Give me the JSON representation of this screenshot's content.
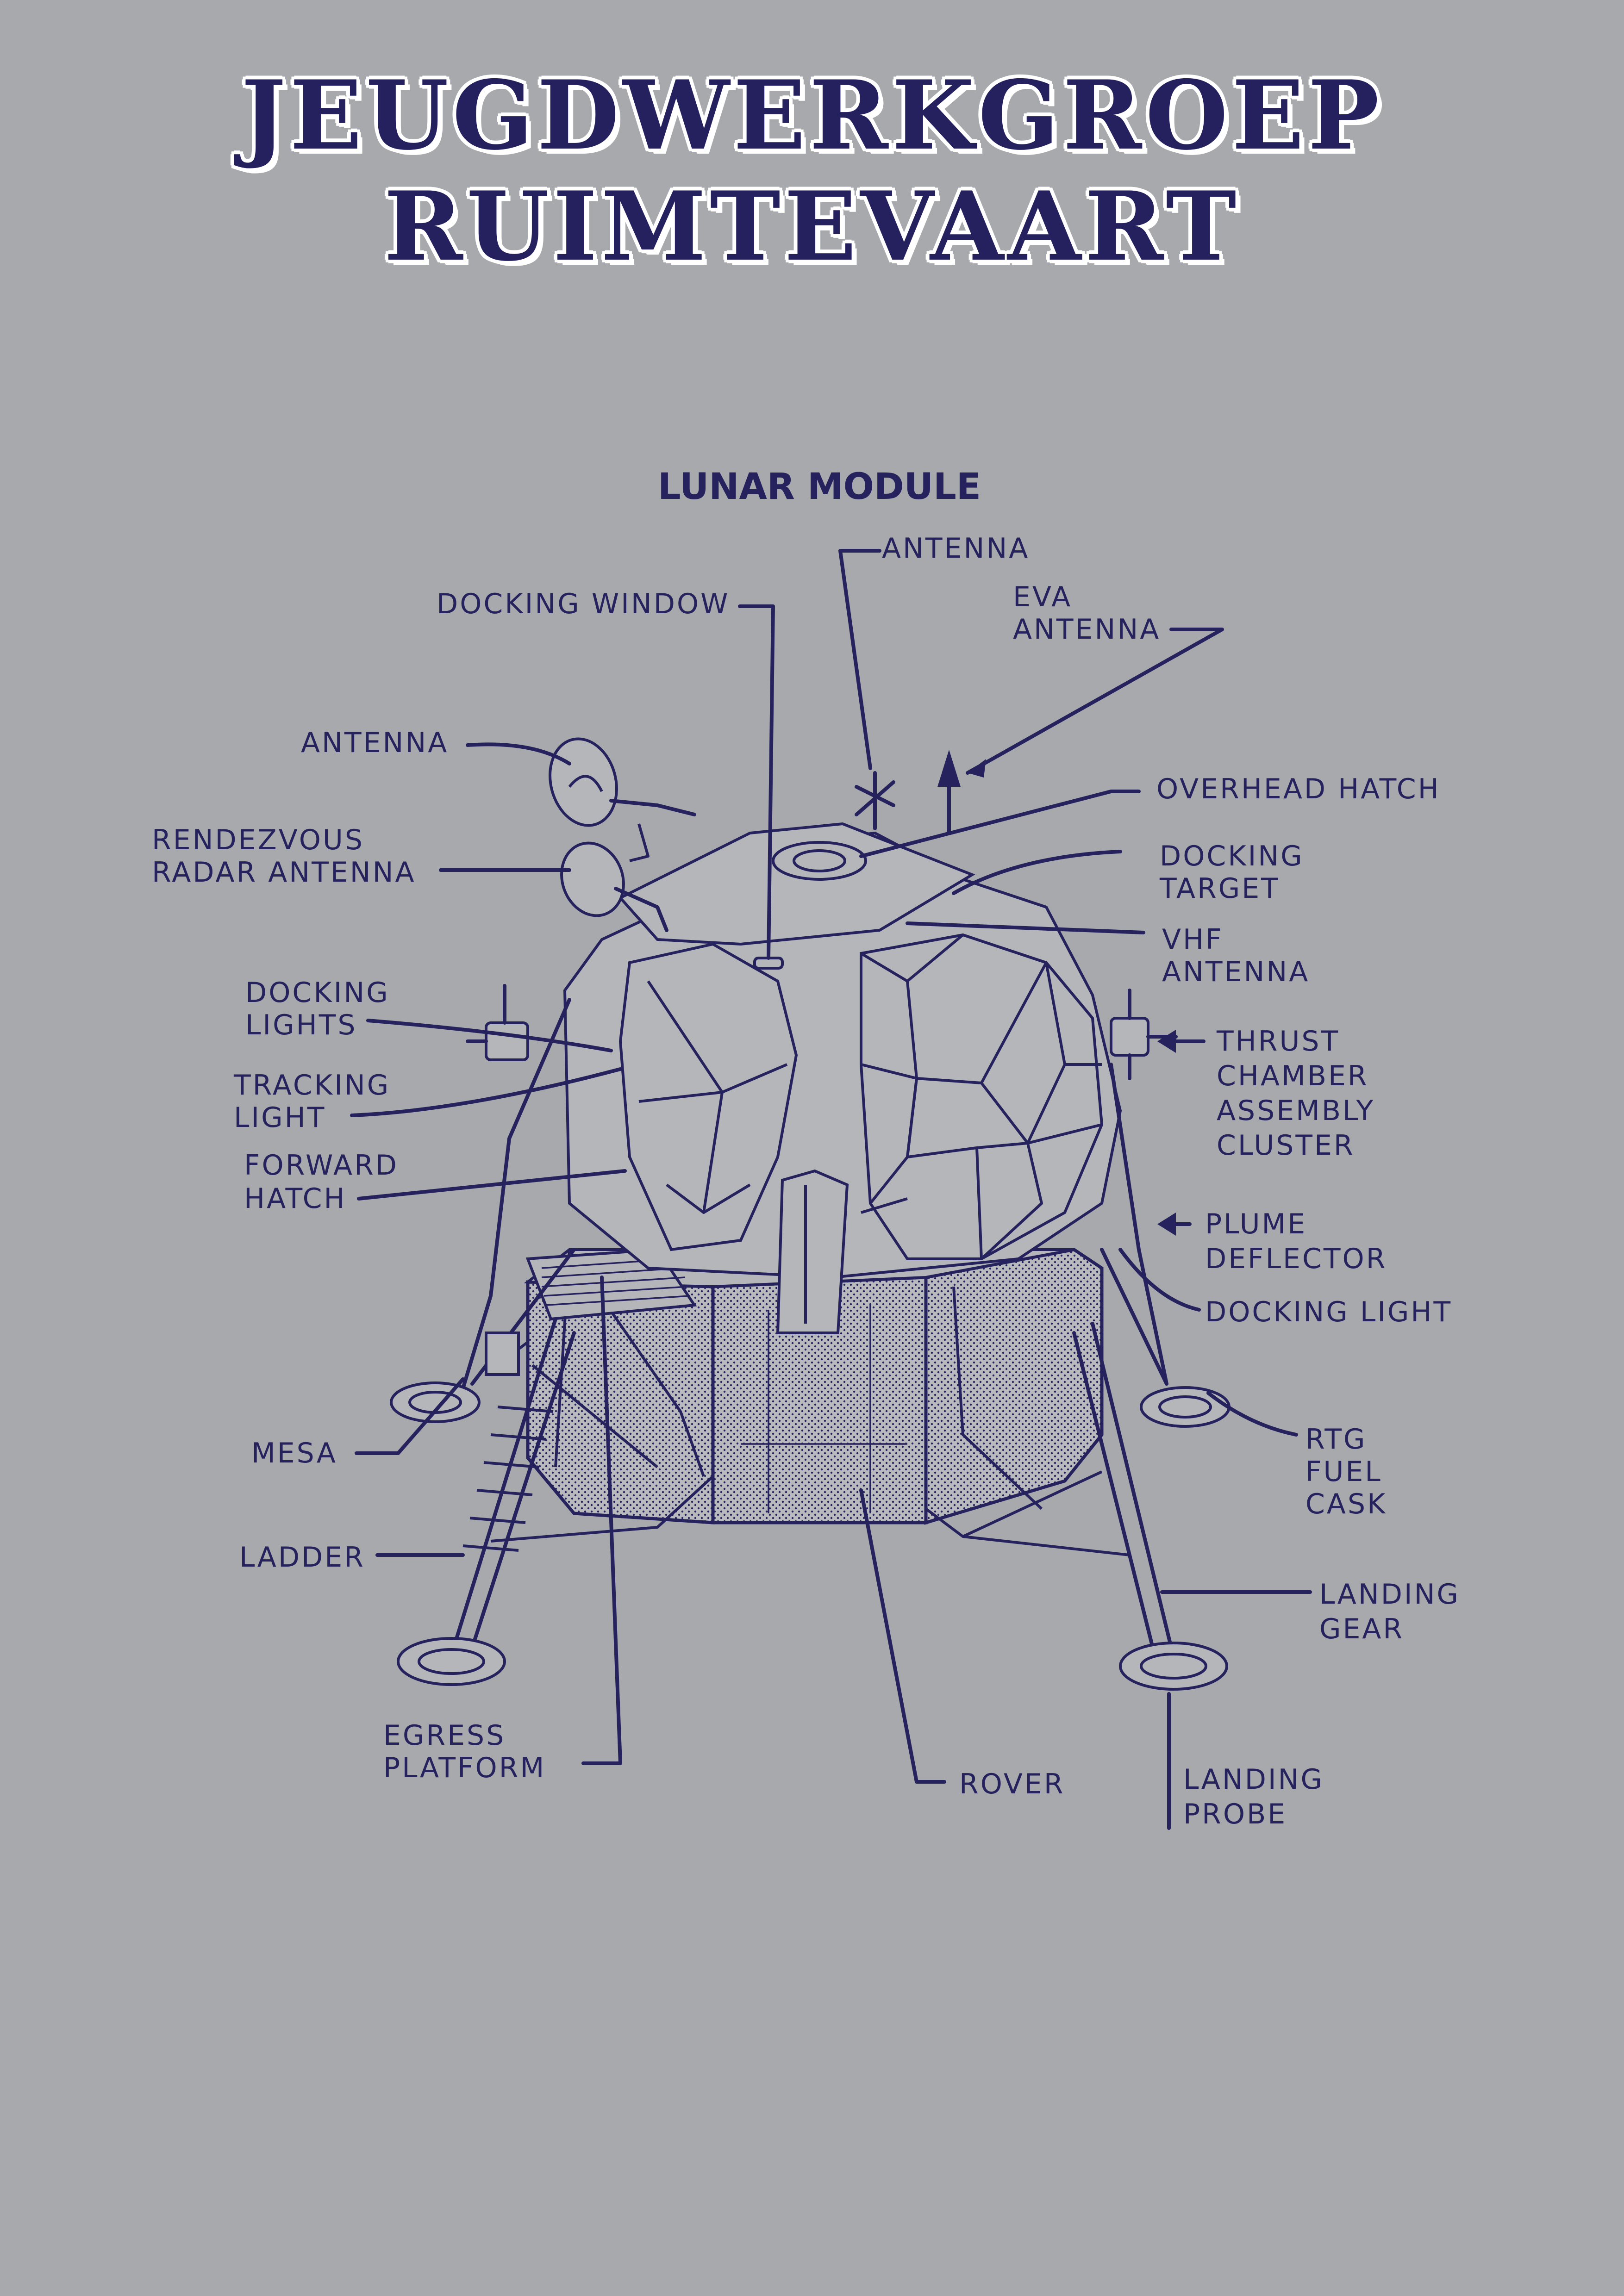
{
  "header": {
    "title": "JEUGDWERKGROEP RUIMTEVAART"
  },
  "diagram": {
    "title": "LUNAR MODULE",
    "labels": {
      "antenna_top": "ANTENNA",
      "docking_window": "DOCKING WINDOW",
      "eva_antenna": [
        "EVA",
        "ANTENNA"
      ],
      "antenna_left": "ANTENNA",
      "overhead_hatch": "OVERHEAD HATCH",
      "rendezvous_radar": [
        "RENDEZVOUS",
        "RADAR ANTENNA"
      ],
      "docking_target": [
        "DOCKING",
        "TARGET"
      ],
      "vhf_antenna": [
        "VHF",
        "ANTENNA"
      ],
      "docking_lights": [
        "DOCKING",
        "LIGHTS"
      ],
      "thrust_chamber": [
        "THRUST",
        "CHAMBER",
        "ASSEMBLY",
        "CLUSTER"
      ],
      "tracking_light": [
        "TRACKING",
        "LIGHT"
      ],
      "forward_hatch": [
        "FORWARD",
        "HATCH"
      ],
      "plume_deflector": [
        "PLUME",
        "DEFLECTOR"
      ],
      "docking_light": "DOCKING LIGHT",
      "mesa": "MESA",
      "rtg_fuel_cask": [
        "RTG",
        "FUEL",
        "CASK"
      ],
      "ladder": "LADDER",
      "landing_gear": [
        "LANDING",
        "GEAR"
      ],
      "egress_platform": [
        "EGRESS",
        "PLATFORM"
      ],
      "rover": "ROVER",
      "landing_probe": [
        "LANDING",
        "PROBE"
      ]
    }
  },
  "colors": {
    "background": "#a8a9ad",
    "ink": "#26225e",
    "title_outline": "#ffffff"
  }
}
